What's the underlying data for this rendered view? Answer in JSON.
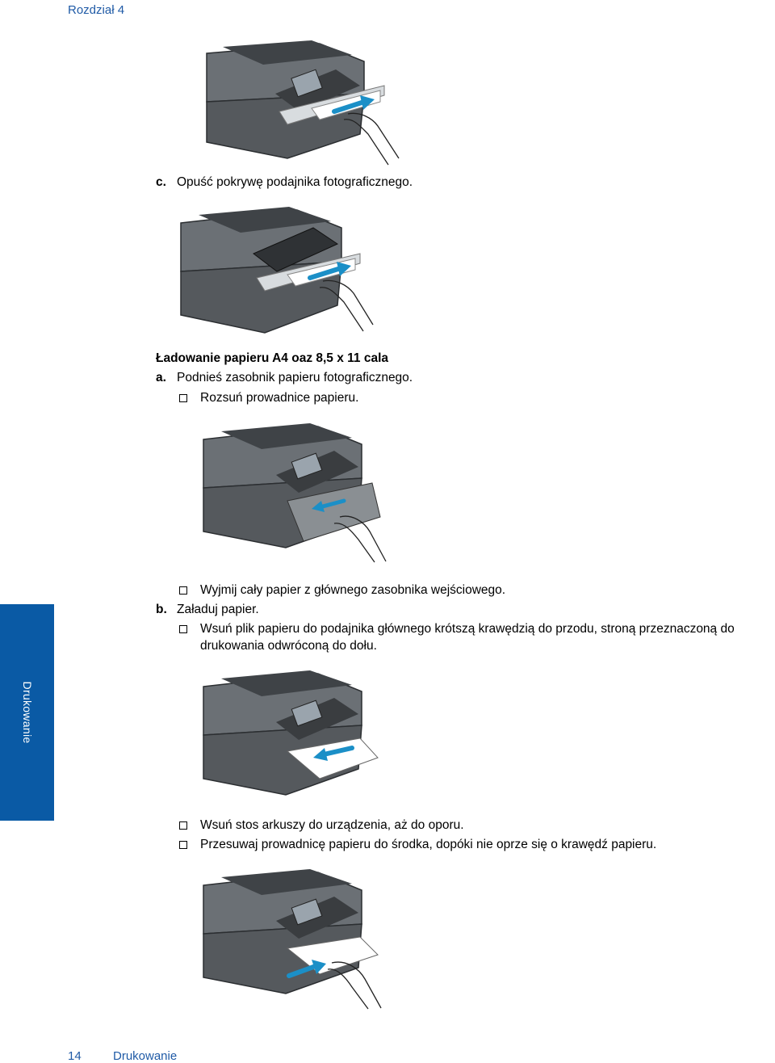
{
  "header": {
    "chapter": "Rozdział 4"
  },
  "side_tab": {
    "label": "Drukowanie"
  },
  "steps": {
    "c_letter": "c.",
    "c_text": "Opuść pokrywę podajnika fotograficznego.",
    "heading": "Ładowanie papieru A4 oaz 8,5 x 11 cala",
    "a_letter": "a.",
    "a_text": "Podnieś zasobnik papieru fotograficznego.",
    "a_sub1": "Rozsuń prowadnice papieru.",
    "a_sub2": "Wyjmij cały papier z głównego zasobnika wejściowego.",
    "b_letter": "b.",
    "b_text": "Załaduj papier.",
    "b_sub1_line1": "Wsuń plik papieru do podajnika głównego krótszą krawędzią do przodu, stroną przeznaczoną do",
    "b_sub1_line2": "drukowania odwróconą do dołu.",
    "b_sub2": "Wsuń stos arkuszy do urządzenia, aż do oporu.",
    "b_sub3": "Przesuwaj prowadnicę papieru do środka, dopóki nie oprze się o krawędź papieru."
  },
  "footer": {
    "page_number": "14",
    "section": "Drukowanie"
  },
  "colors": {
    "accent": "#0a5aa5",
    "link": "#1f5aa6",
    "arrow": "#1b8fc7",
    "printer": "#5a5f63"
  }
}
